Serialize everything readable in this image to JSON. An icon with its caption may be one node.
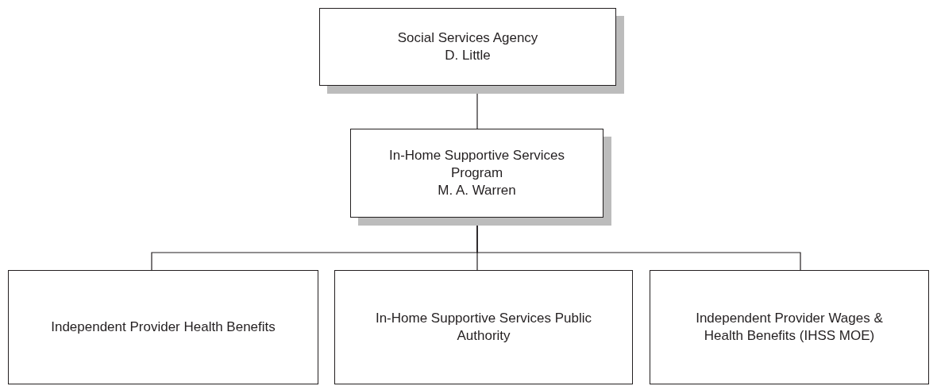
{
  "diagram": {
    "nodes": [
      {
        "text": [
          "Social Services Agency",
          "D. Little"
        ]
      },
      {
        "text": [
          "In-Home Supportive Services Program",
          "M. A. Warren"
        ]
      },
      {
        "text": [
          "Independent Provider Health Benefits"
        ]
      },
      {
        "text": [
          "In-Home Supportive Services Public Authority"
        ]
      },
      {
        "text": [
          "Independent Provider Wages & Health Benefits (IHSS MOE)"
        ]
      }
    ],
    "edges": [
      {
        "from": 0,
        "to": 1,
        "arrow": "none"
      },
      {
        "from": 1,
        "to": 2,
        "arrow": "none"
      },
      {
        "from": 1,
        "to": 3,
        "arrow": "none"
      },
      {
        "from": 1,
        "to": 4,
        "arrow": "none"
      }
    ]
  }
}
